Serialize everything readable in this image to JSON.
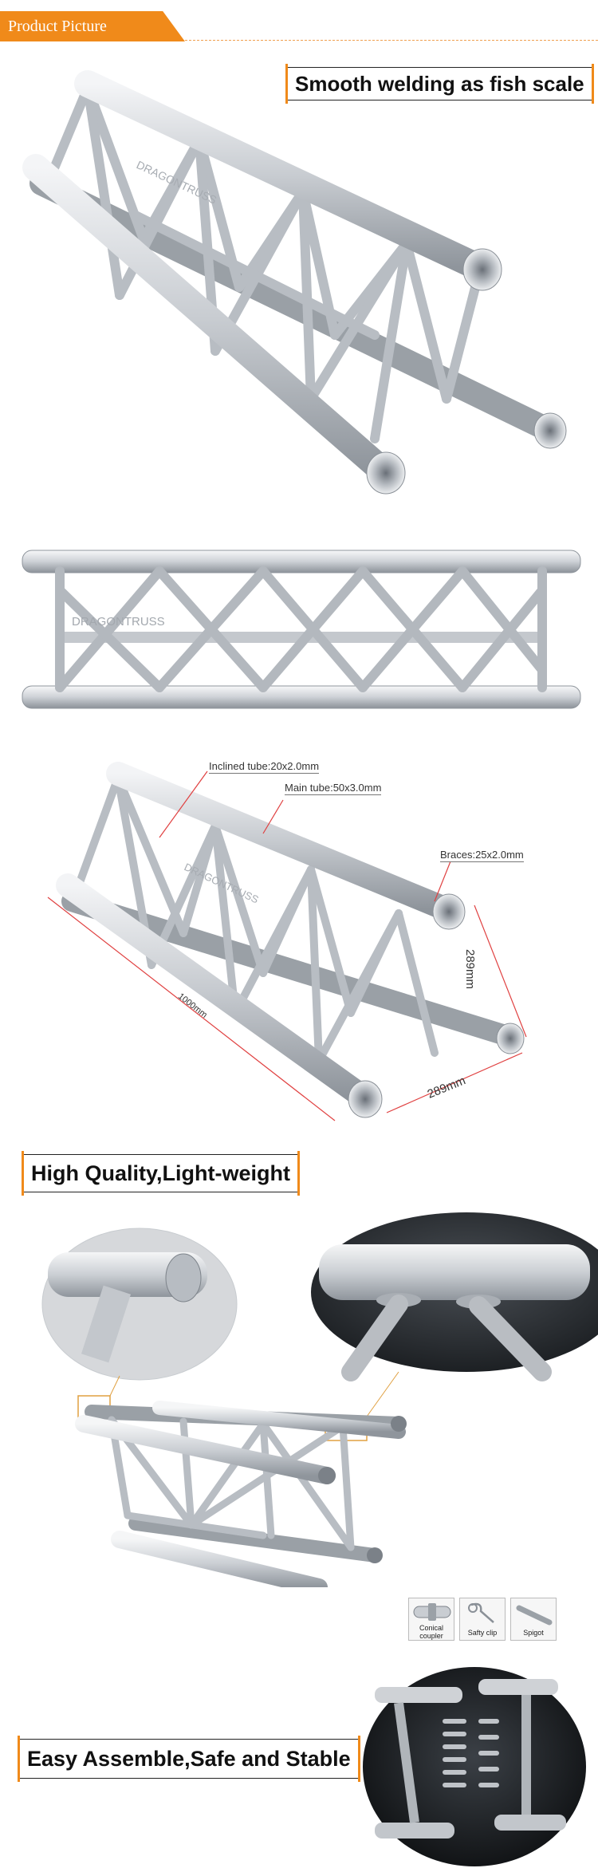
{
  "header": {
    "title": "Product Picture"
  },
  "sections": {
    "smooth_welding": "Smooth welding as fish scale",
    "high_quality": "High Quality,Light-weight",
    "easy_assemble": "Easy Assemble,Safe and Stable"
  },
  "watermark": "DRAGONTRUSS",
  "dimensions": {
    "inclined_tube": "Inclined tube:20x2.0mm",
    "main_tube": "Main tube:50x3.0mm",
    "braces": "Braces:25x2.0mm",
    "height": "289mm",
    "width": "289mm",
    "length": "1000mm"
  },
  "accessories": [
    {
      "icon": "conical-coupler-icon",
      "label_line1": "Conical",
      "label_line2": "coupler"
    },
    {
      "icon": "safety-clip-icon",
      "label_line1": "Safty clip",
      "label_line2": ""
    },
    {
      "icon": "spigot-icon",
      "label_line1": "Spigot",
      "label_line2": ""
    }
  ],
  "colors": {
    "accent": "#f08a1a",
    "metal_light": "#e6e8eb",
    "metal_dark": "#8f959c"
  }
}
